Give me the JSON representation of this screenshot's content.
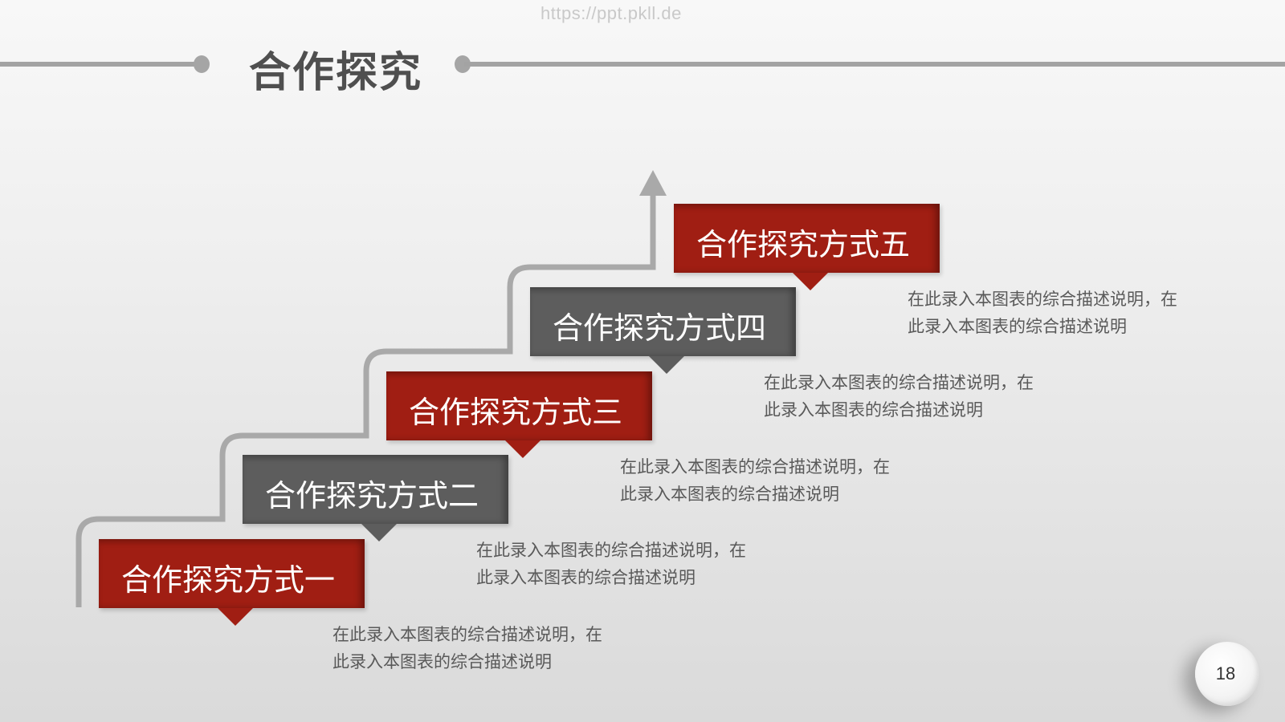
{
  "watermark": "https://ppt.pkll.de",
  "header": {
    "title": "合作探究"
  },
  "steps": [
    {
      "label": "合作探究方式一",
      "desc_line1": "在此录入本图表的综合描述说明，在",
      "desc_line2": "此录入本图表的综合描述说明",
      "color": "#a01e13"
    },
    {
      "label": "合作探究方式二",
      "desc_line1": "在此录入本图表的综合描述说明，在",
      "desc_line2": "此录入本图表的综合描述说明",
      "color": "#5d5d5d"
    },
    {
      "label": "合作探究方式三",
      "desc_line1": "在此录入本图表的综合描述说明，在",
      "desc_line2": "此录入本图表的综合描述说明",
      "color": "#a01e13"
    },
    {
      "label": "合作探究方式四",
      "desc_line1": "在此录入本图表的综合描述说明，在",
      "desc_line2": "此录入本图表的综合描述说明",
      "color": "#5d5d5d"
    },
    {
      "label": "合作探究方式五",
      "desc_line1": "在此录入本图表的综合描述说明，在",
      "desc_line2": "此录入本图表的综合描述说明",
      "color": "#a01e13"
    }
  ],
  "page_number": "18",
  "icons": {
    "stairs": "stair-arrow-icon"
  }
}
